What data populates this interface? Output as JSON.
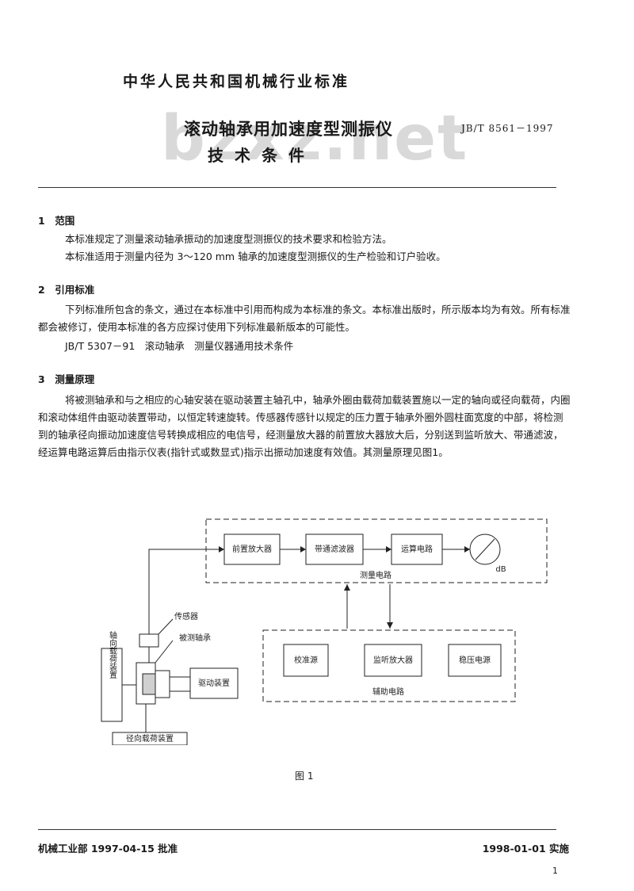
{
  "header": {
    "category": "中华人民共和国机械行业标准",
    "title_line1": "滚动轴承用加速度型测振仪",
    "title_line2": "技术条件",
    "standard_no": "JB/T 8561－1997",
    "watermark": "bzxz.net"
  },
  "sections": [
    {
      "heading": "1　范围",
      "paragraphs": [
        "本标准规定了测量滚动轴承振动的加速度型测振仪的技术要求和检验方法。",
        "本标准适用于测量内径为 3～120 mm 轴承的加速度型测振仪的生产检验和订户验收。"
      ]
    },
    {
      "heading": "2　引用标准",
      "paragraphs": [
        "下列标准所包含的条文，通过在本标准中引用而构成为本标准的条文。本标准出版时，所示版本均为有效。所有标准都会被修订，使用本标准的各方应探讨使用下列标准最新版本的可能性。",
        "JB/T 5307－91　滚动轴承　测量仪器通用技术条件"
      ]
    },
    {
      "heading": "3　测量原理",
      "paragraphs": [
        "将被测轴承和与之相应的心轴安装在驱动装置主轴孔中，轴承外圈由载荷加载装置施以一定的轴向或径向载荷，内圈和滚动体组件由驱动装置带动，以恒定转速旋转。传感器传感针以规定的压力置于轴承外圈外圆柱面宽度的中部，将检测到的轴承径向振动加速度信号转换成相应的电信号，经测量放大器的前置放大器放大后，分别送到监听放大、带通滤波，经运算电路运算后由指示仪表(指针式或数显式)指示出振动加速度有效值。其测量原理见图1。"
      ]
    }
  ],
  "diagram": {
    "measure_circuit": {
      "label": "测量电路",
      "blocks": [
        "前置放大器",
        "带通滤波器",
        "运算电路"
      ],
      "meter_label": "dB"
    },
    "aux_circuit": {
      "label": "辅助电路",
      "blocks": [
        "校准源",
        "监听放大器",
        "稳压电源"
      ]
    },
    "sensor": "传感器",
    "bearing": "被测轴承",
    "axial_loader": "轴向载荷装置",
    "drive": "驱动装置",
    "radial_loader": "径向载荷装置",
    "caption": "图 1"
  },
  "footer": {
    "approval": "机械工业部 1997-04-15 批准",
    "effective": "1998-01-01 实施",
    "page": "1"
  }
}
